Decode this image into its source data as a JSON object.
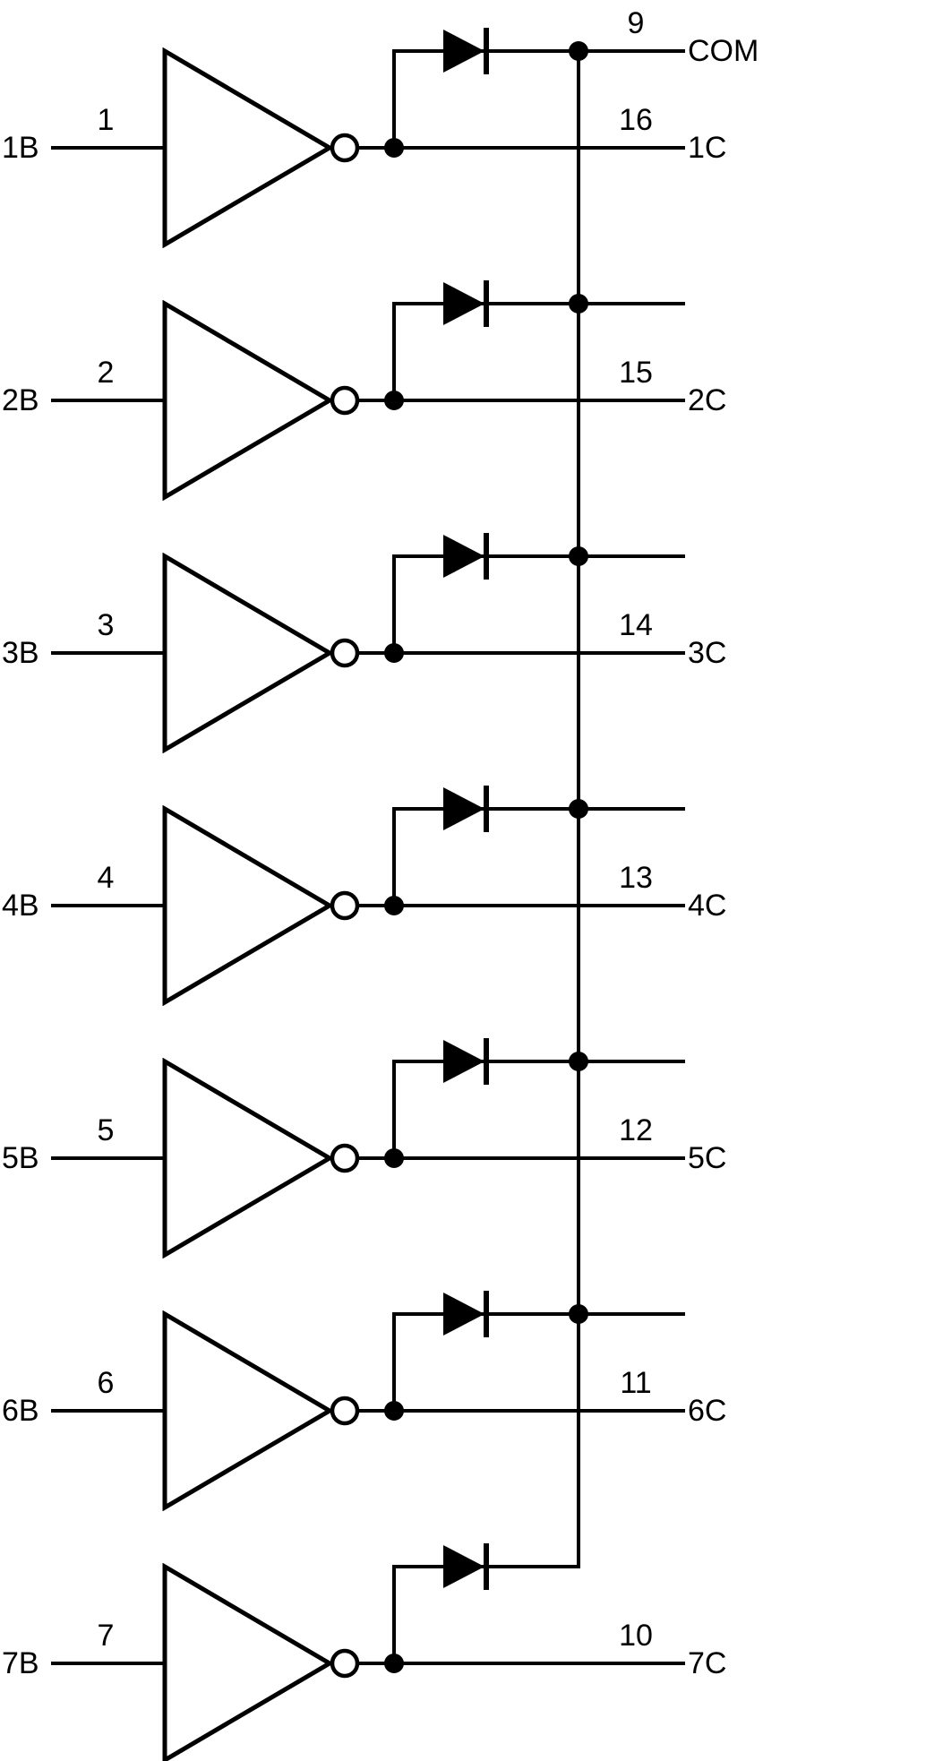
{
  "diagram": {
    "title": "logic-diagram",
    "colors": {
      "line": "#000000",
      "background": "#ffffff"
    },
    "com": {
      "pin": "9",
      "label": "COM"
    },
    "channels": [
      {
        "input_label": "1B",
        "input_pin": "1",
        "output_pin": "16",
        "output_label": "1C"
      },
      {
        "input_label": "2B",
        "input_pin": "2",
        "output_pin": "15",
        "output_label": "2C"
      },
      {
        "input_label": "3B",
        "input_pin": "3",
        "output_pin": "14",
        "output_label": "3C"
      },
      {
        "input_label": "4B",
        "input_pin": "4",
        "output_pin": "13",
        "output_label": "4C"
      },
      {
        "input_label": "5B",
        "input_pin": "5",
        "output_pin": "12",
        "output_label": "5C"
      },
      {
        "input_label": "6B",
        "input_pin": "6",
        "output_pin": "11",
        "output_label": "6C"
      },
      {
        "input_label": "7B",
        "input_pin": "7",
        "output_pin": "10",
        "output_label": "7C"
      }
    ]
  }
}
